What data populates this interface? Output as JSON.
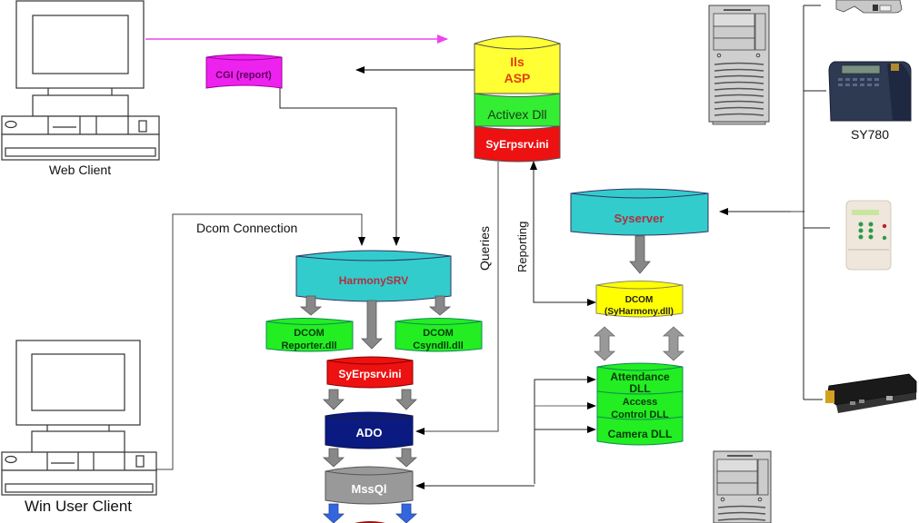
{
  "diagram": {
    "clients": {
      "web_client": "Web Client",
      "win_client": "Win User Client"
    },
    "connections": {
      "dcom": "Dcom Connection",
      "queries": "Queries",
      "reporting": "Reporting"
    },
    "nodes": {
      "cgi": "CGI (report)",
      "iis_line1": "Ils",
      "iis_line2": "ASP",
      "activex": "Activex Dll",
      "syerpsrv_top": "SyErpsrv.ini",
      "harmonysrv": "HarmonySRV",
      "reporter_line1": "DCOM",
      "reporter_line2": "Reporter.dll",
      "csyndll_line1": "DCOM",
      "csyndll_line2": "Csyndll.dll",
      "syerpsrv_mid": "SyErpsrv.ini",
      "ado": "ADO",
      "mssql": "MssQl",
      "syserver": "Syserver",
      "syharmony_line1": "DCOM",
      "syharmony_line2": "(SyHarmony.dll)",
      "attendance_line1": "Attendance",
      "attendance_line2": "DLL",
      "access_line1": "Access",
      "access_line2": "Control DLL",
      "camera": "Camera DLL"
    },
    "devices": {
      "sy780": "SY780"
    },
    "colors": {
      "web_link": "#ee44ee",
      "cgi": "#ee22ee",
      "iis": "#ffff33",
      "activex": "#33ee33",
      "ini": "#ee1111",
      "harmony": "#33cccc",
      "dcom_green": "#22ee22",
      "ado": "#0a1a80",
      "mssql": "#999999",
      "syharmony": "#ffff00",
      "block_arrow": "#888888",
      "blue_arrow": "#3366dd"
    }
  }
}
